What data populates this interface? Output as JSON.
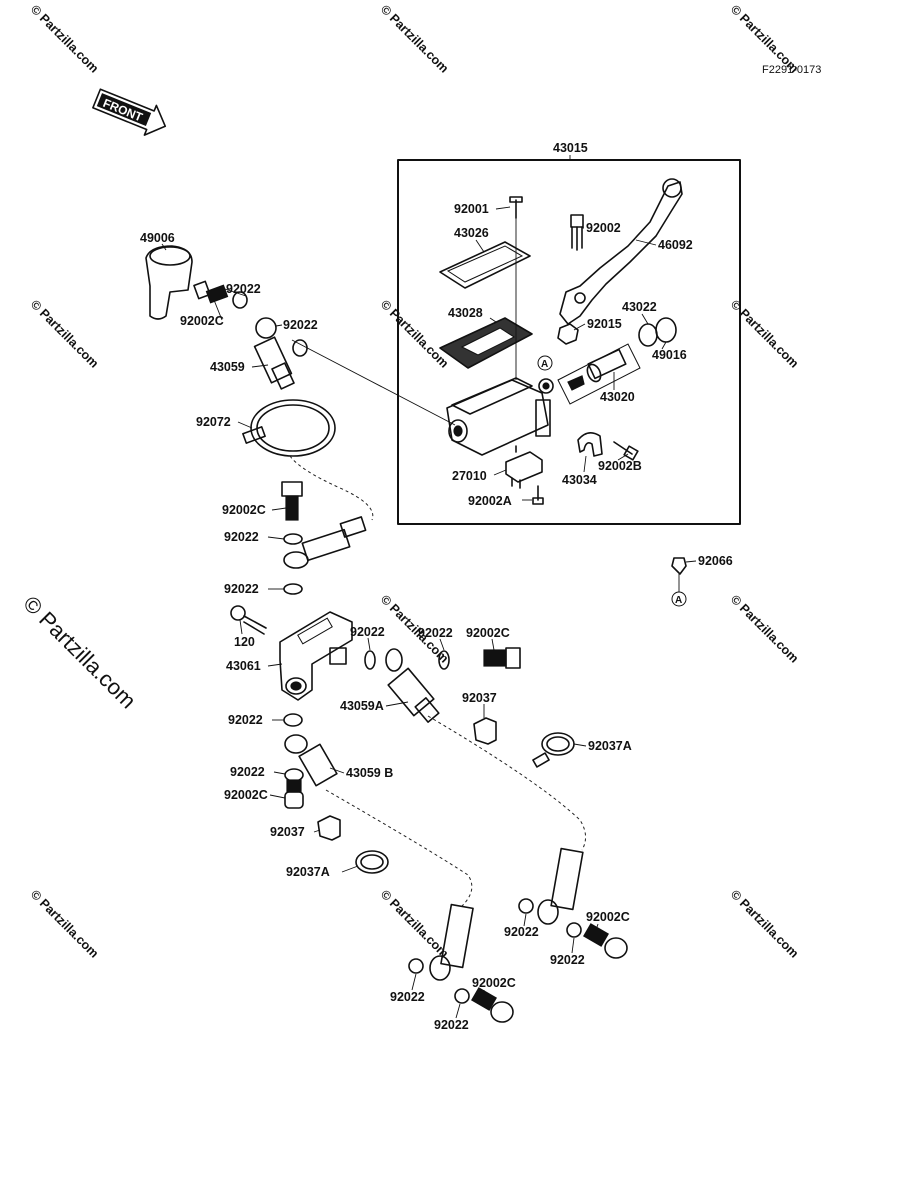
{
  "figure_code": "F2291-0173",
  "front_badge": "FRONT",
  "group_label": "43015",
  "callout_mark": "A",
  "watermark": "© Partzilla.com",
  "side_watermark": "© Partzilla.com",
  "parts": {
    "p49006": "49006",
    "p92022_a": "92022",
    "p92002c_a": "92002C",
    "p92022_b": "92022",
    "p43059": "43059",
    "p92072": "92072",
    "p92001": "92001",
    "p43026": "43026",
    "p43028": "43028",
    "p92002": "92002",
    "p46092": "46092",
    "p43022": "43022",
    "p92015": "92015",
    "p49016": "49016",
    "p43020": "43020",
    "p27010": "27010",
    "p92002a": "92002A",
    "p92002b": "92002B",
    "p43034": "43034",
    "p92066": "92066",
    "p92002c_b": "92002C",
    "p92022_c": "92022",
    "p92022_d": "92022",
    "p120": "120",
    "p43061": "43061",
    "p92022_e": "92022",
    "p92022_f": "92022",
    "p92002c_c": "92002C",
    "p43059a": "43059A",
    "p92037_a": "92037",
    "p92037a_a": "92037A",
    "p92022_g": "92022",
    "p92022_h": "92022",
    "p43059b": "43059 B",
    "p92002c_d": "92002C",
    "p92037_b": "92037",
    "p92037a_b": "92037A",
    "p92022_i": "92022",
    "p92002c_e": "92002C",
    "p92022_j": "92022",
    "p92022_k": "92022",
    "p92002c_f": "92002C",
    "p92022_l": "92022"
  }
}
